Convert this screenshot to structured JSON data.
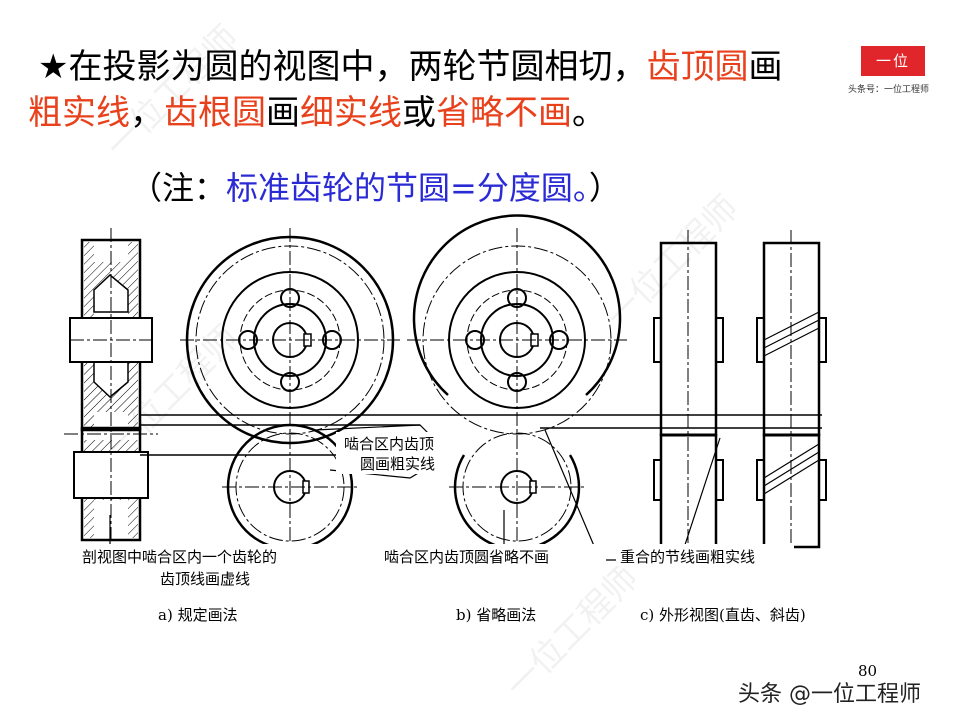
{
  "heading": {
    "star": "★",
    "seg1": "在投影为圆的视图中，两轮节圆相切，",
    "seg2": "齿顶圆",
    "seg3": "画",
    "seg4": "粗实线",
    "seg5": "，",
    "seg6": "齿根圆",
    "seg7": "画",
    "seg8": "细实线",
    "seg9": "或",
    "seg10": "省略不画",
    "seg11": "。"
  },
  "note": {
    "open": "（注：",
    "text": "标准齿轮的节圆=分度圆。",
    "close": "）"
  },
  "figure": {
    "label_mesh_line1": "啮合区内齿顶",
    "label_mesh_line2": "圆画粗实线",
    "label_a_line1": "剖视图中啮合区内一个齿轮的",
    "label_a_line2": "齿顶线画虚线",
    "label_b": "啮合区内齿顶圆省略不画",
    "label_c": "重合的节线画粗实线",
    "sub_a": "a)  规定画法",
    "sub_b": "b)  省略画法",
    "sub_c": "c)  外形视图(直齿、斜齿)"
  },
  "logo": {
    "text": "一位",
    "subtitle": "头条号：一位工程师"
  },
  "page_number": "80",
  "source": "头条 @一位工程师",
  "colors": {
    "red": "#e8411c",
    "blue": "#2b2bd6",
    "logo": "#e0252b"
  }
}
